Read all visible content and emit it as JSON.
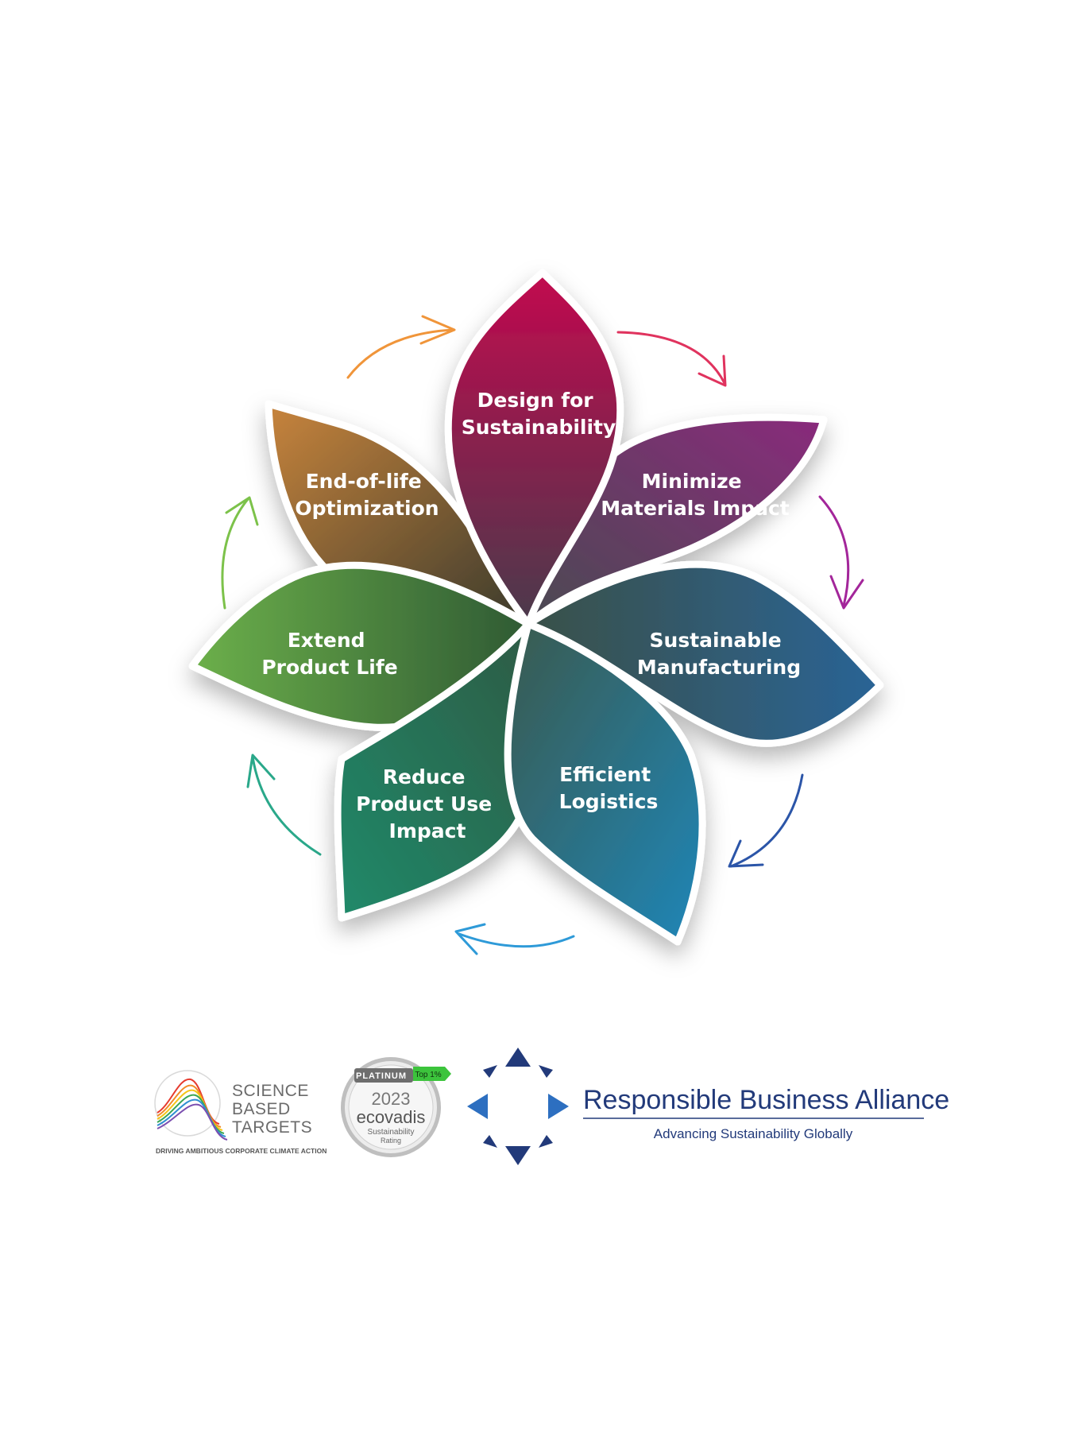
{
  "diagram": {
    "petals": [
      {
        "id": "design",
        "line1": "Design for",
        "line2": "Sustainability",
        "line3": "",
        "color_start": "#c2094f",
        "color_end": "#4a3a4c"
      },
      {
        "id": "materials",
        "line1": "Minimize",
        "line2": "Materials Impact",
        "line3": "",
        "color_start": "#8a2a7c",
        "color_end": "#4a4a52"
      },
      {
        "id": "manufacturing",
        "line1": "Sustainable",
        "line2": "Manufacturing",
        "line3": "",
        "color_start": "#2a6496",
        "color_end": "#3a5048"
      },
      {
        "id": "logistics",
        "line1": "Efficient",
        "line2": "Logistics",
        "line3": "",
        "color_start": "#1f86b8",
        "color_end": "#3a5a4e"
      },
      {
        "id": "use",
        "line1": "Reduce",
        "line2": "Product Use",
        "line3": "Impact",
        "color_start": "#1f8a6a",
        "color_end": "#2f5a44"
      },
      {
        "id": "life",
        "line1": "Extend",
        "line2": "Product Life",
        "line3": "",
        "color_start": "#6cb04a",
        "color_end": "#2f5a34"
      },
      {
        "id": "eol",
        "line1": "End-of-life",
        "line2": "Optimization",
        "line3": "",
        "color_start": "#c8843c",
        "color_end": "#3a3a2c"
      }
    ],
    "arrows": [
      {
        "id": "orange",
        "color": "#f0953a"
      },
      {
        "id": "pink",
        "color": "#e0335e"
      },
      {
        "id": "magenta",
        "color": "#a3269a"
      },
      {
        "id": "navy",
        "color": "#2b55a8"
      },
      {
        "id": "sky",
        "color": "#2e9ad8"
      },
      {
        "id": "teal",
        "color": "#2aa88a"
      },
      {
        "id": "lime",
        "color": "#7cc24a"
      }
    ]
  },
  "logos": {
    "sbt": {
      "line1": "SCIENCE",
      "line2": "BASED",
      "line3": "TARGETS",
      "tagline": "DRIVING AMBITIOUS CORPORATE CLIMATE ACTION"
    },
    "ecovadis": {
      "tier": "PLATINUM",
      "ribbon": "Top 1%",
      "year": "2023",
      "brand": "ecovadis",
      "caption1": "Sustainability",
      "caption2": "Rating"
    },
    "rba": {
      "name": "Responsible Business Alliance",
      "tagline": "Advancing Sustainability Globally"
    }
  }
}
